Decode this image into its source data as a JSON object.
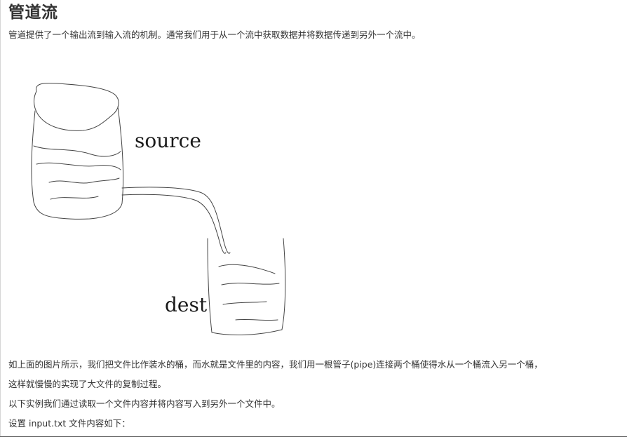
{
  "article": {
    "title": "管道流",
    "intro": "管道提供了一个输出流到输入流的机制。通常我们用于从一个流中获取数据并将数据传递到另外一个流中。",
    "figure": {
      "label_source": "source",
      "label_dest": "dest"
    },
    "paragraphs": [
      "如上面的图片所示，我们把文件比作装水的桶，而水就是文件里的内容，我们用一根管子(pipe)连接两个桶使得水从一个桶流入另一个桶，",
      "这样就慢慢的实现了大文件的复制过程。",
      "以下实例我们通过读取一个文件内容并将内容写入到另外一个文件中。",
      "设置 input.txt 文件内容如下："
    ]
  }
}
